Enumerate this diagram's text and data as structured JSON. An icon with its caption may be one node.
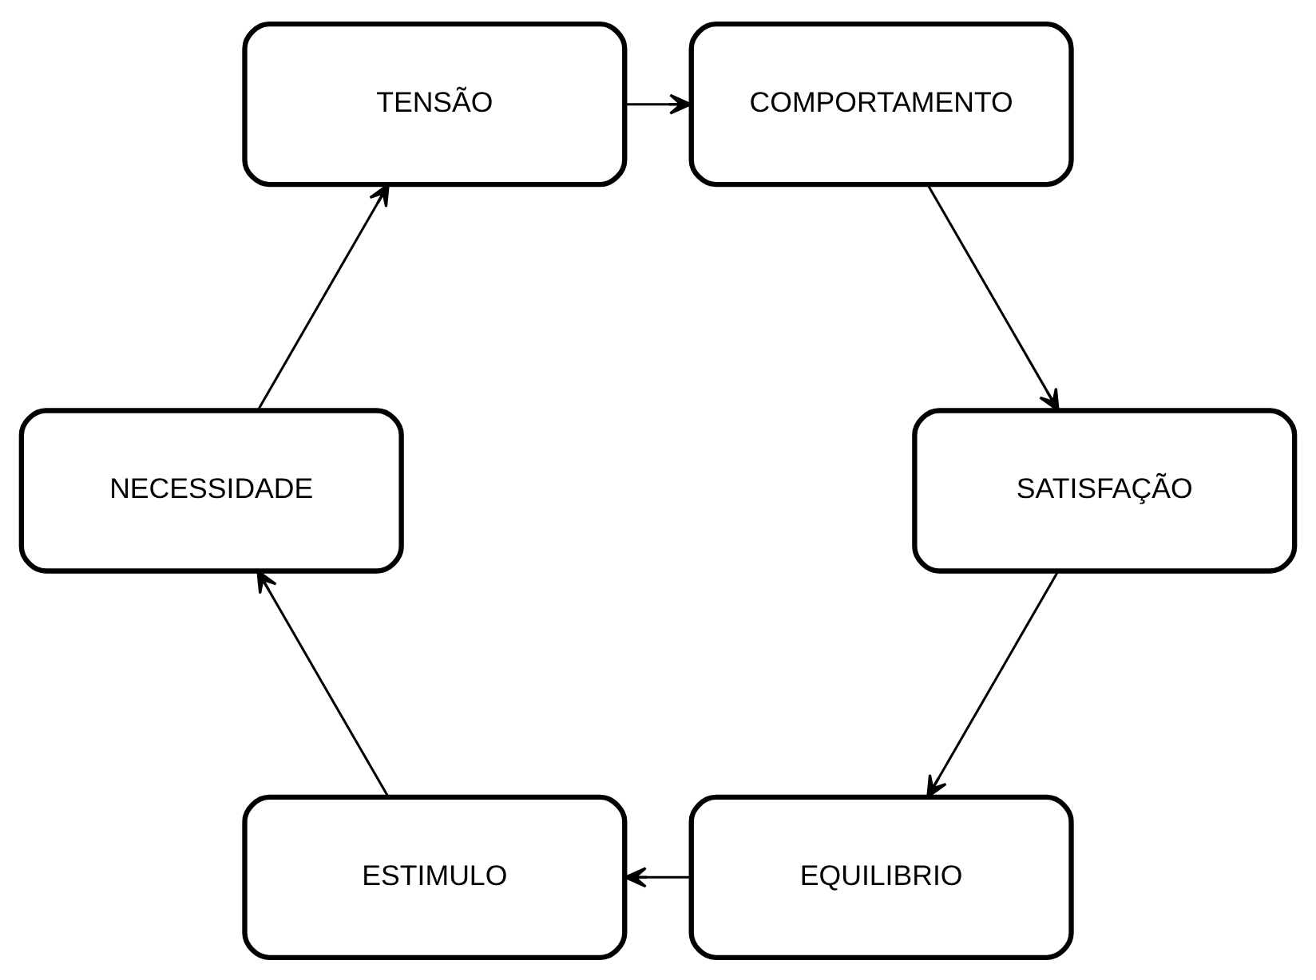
{
  "diagram": {
    "nodes": [
      {
        "text": [
          "EQUILIBRIO"
        ]
      },
      {
        "text": [
          "SATISFAÇÃO"
        ]
      },
      {
        "text": [
          "ESTIMULO"
        ]
      },
      {
        "text": [
          "COMPORTAMENTO"
        ]
      },
      {
        "text": [
          "NECESSIDADE"
        ]
      },
      {
        "text": [
          "TENSÃO"
        ]
      }
    ],
    "edges": [
      {
        "from": 0,
        "to": 2,
        "arrow": "to"
      },
      {
        "from": 2,
        "to": 4,
        "arrow": "to"
      },
      {
        "from": 4,
        "to": 5,
        "arrow": "to"
      },
      {
        "from": 5,
        "to": 3,
        "arrow": "to"
      },
      {
        "from": 3,
        "to": 1,
        "arrow": "to"
      },
      {
        "from": 1,
        "to": 0,
        "arrow": "to"
      }
    ]
  }
}
